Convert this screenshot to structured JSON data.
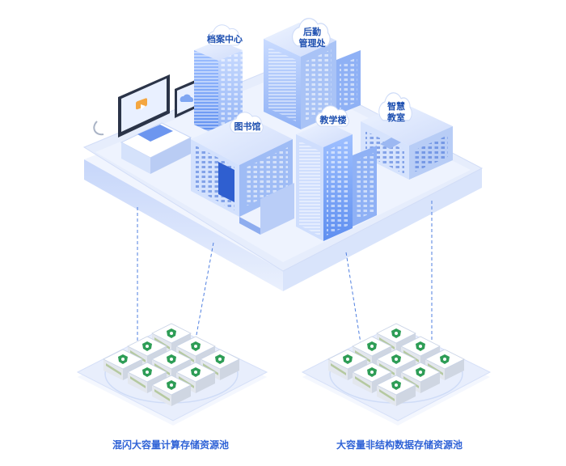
{
  "buildings": {
    "archive": "档案中心",
    "logistics_line1": "后勤",
    "logistics_line2": "管理处",
    "library": "图书馆",
    "teaching": "教学楼",
    "classroom_line1": "智慧",
    "classroom_line2": "教室"
  },
  "pools": {
    "left": "混闪大容量计算存储资源池",
    "right": "大容量非结构数据存储资源池"
  },
  "colors": {
    "accent": "#2f62d6",
    "building": "#5b8ef0",
    "platform": "#e3eafb",
    "server_badge": "#2e9d56"
  },
  "icons": [
    "cloud-icon",
    "play-icon",
    "server-icon",
    "shield-icon"
  ]
}
